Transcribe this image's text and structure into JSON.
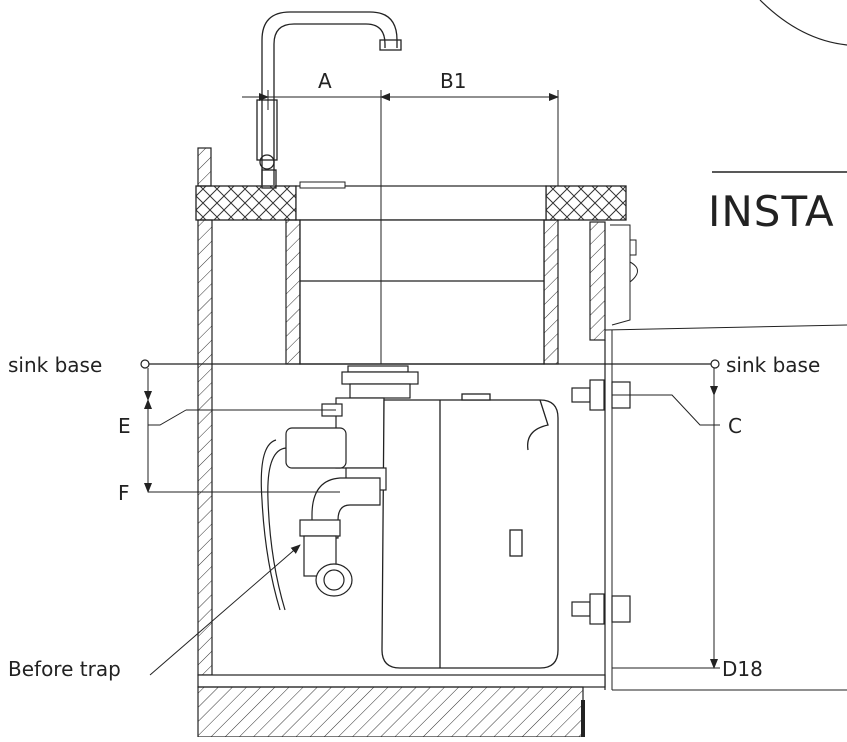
{
  "labels": {
    "dim_a": "A",
    "dim_b1": "B1",
    "title_partial": "INSTA",
    "sink_base_left": "sink base",
    "sink_base_right": "sink base",
    "dim_e": "E",
    "dim_f": "F",
    "dim_c": "C",
    "dim_d18": "D18",
    "before_trap": "Before trap"
  },
  "colors": {
    "line": "#222222",
    "hatch": "#333333",
    "background": "#ffffff"
  }
}
